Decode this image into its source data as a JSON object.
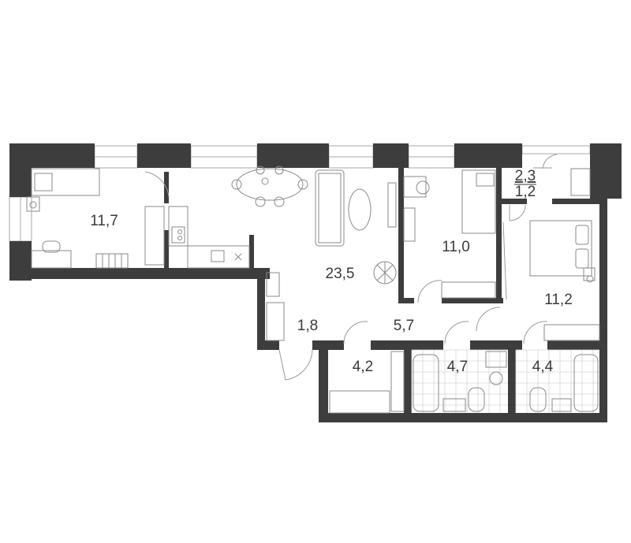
{
  "floor_plan": {
    "rooms": [
      {
        "id": "bedroom-left",
        "area": "11,7"
      },
      {
        "id": "living-kitchen",
        "area": "23,5"
      },
      {
        "id": "bedroom-middle",
        "area": "11,0"
      },
      {
        "id": "wardrobe-small",
        "area": "1,2"
      },
      {
        "id": "balcony",
        "area": "2,3"
      },
      {
        "id": "bedroom-right",
        "area": "11,2"
      },
      {
        "id": "entrance",
        "area": "1,8"
      },
      {
        "id": "hallway",
        "area": "5,7"
      },
      {
        "id": "storage",
        "area": "4,2"
      },
      {
        "id": "bathroom-middle",
        "area": "4,7"
      },
      {
        "id": "bathroom-right",
        "area": "4,4"
      }
    ],
    "colors": {
      "wall": "#3d3d3d",
      "furniture_stroke": "#8a8a8a",
      "label": "#3a3a3a",
      "tile": "#d6d6d6"
    }
  }
}
